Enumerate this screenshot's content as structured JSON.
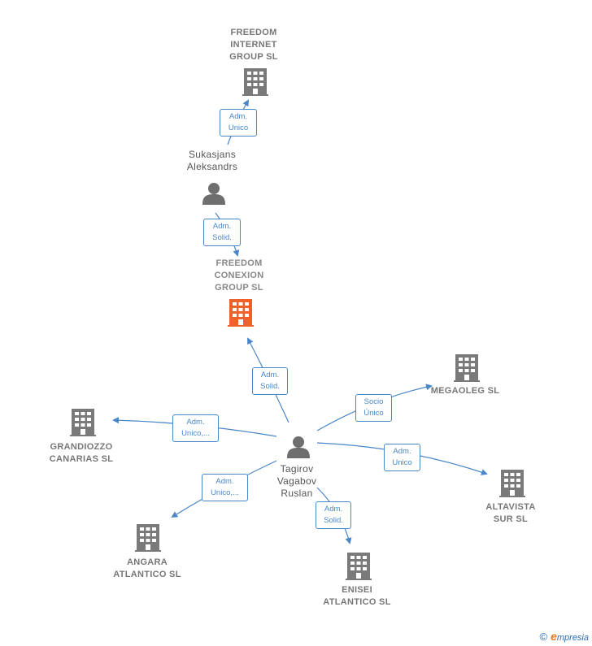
{
  "nodes": {
    "freedom_internet": {
      "label": "FREEDOM\nINTERNET\nGROUP  SL"
    },
    "sukasjans": {
      "label": "Sukasjans\nAleksandrs"
    },
    "freedom_conexion": {
      "label": "FREEDOM\nCONEXION\nGROUP  SL"
    },
    "megaoleg": {
      "label": "MEGAOLEG  SL"
    },
    "grandiozzo": {
      "label": "GRANDIOZZO\nCANARIAS  SL"
    },
    "tagirov": {
      "label": "Tagirov\nVagabov\nRuslan"
    },
    "altavista": {
      "label": "ALTAVISTA\nSUR  SL"
    },
    "angara": {
      "label": "ANGARA\nATLANTICO  SL"
    },
    "enisei": {
      "label": "ENISEI\nATLANTICO SL"
    }
  },
  "relations": {
    "r1": "Adm.\nUnico",
    "r2": "Adm.\nSolid.",
    "r3": "Adm.\nSolid.",
    "r4": "Socio\nÚnico",
    "r5": "Adm.\nUnico,...",
    "r6": "Adm.\nUnico",
    "r7": "Adm.\nUnico,...",
    "r8": "Adm.\nSolid."
  },
  "colors": {
    "edge": "#4a86c8",
    "company_icon": "#7a7a7a",
    "main_company_icon": "#f0602a",
    "person_icon": "#6e6e6e"
  },
  "footer": {
    "copyright": "©",
    "brand_initial": "e",
    "brand_rest": "mpresia"
  }
}
